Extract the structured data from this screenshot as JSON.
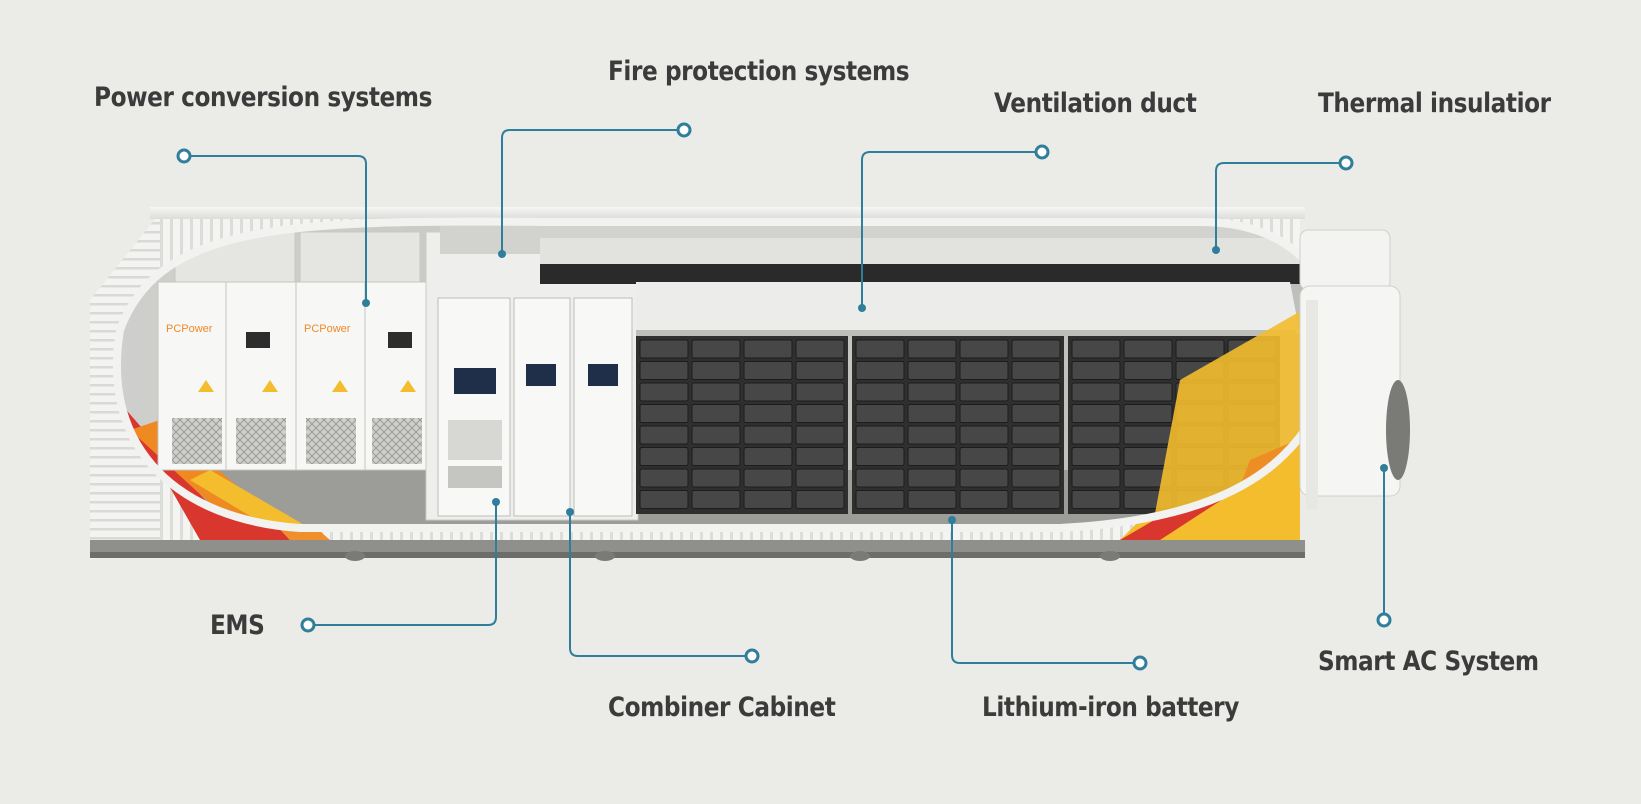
{
  "labels": {
    "power_conversion": "Power conversion systems",
    "fire_protection": "Fire protection systems",
    "ventilation": "Ventilation duct",
    "thermal": "Thermal insulatior",
    "ems": "EMS",
    "combiner": "Combiner Cabinet",
    "lithium": "Lithium-iron battery",
    "smart_ac": "Smart AC System"
  },
  "equipment_text": {
    "pcs_brand": "PCPower"
  },
  "colors": {
    "background": "#ebebe8",
    "callout_line": "#2f7f9b",
    "label_text": "#3b3b3b",
    "accent_red": "#d9362e",
    "accent_orange": "#ef8a22",
    "accent_yellow": "#f3bd2d",
    "brand_orange": "#f08a2a"
  }
}
